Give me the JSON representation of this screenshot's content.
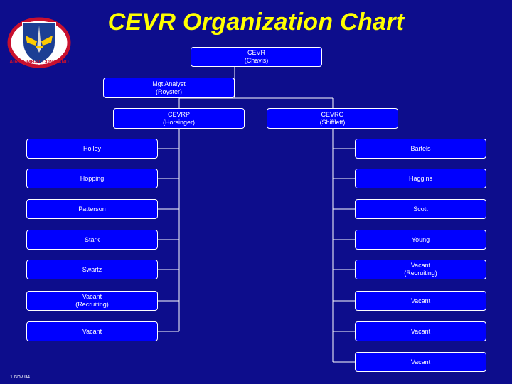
{
  "title": "CEVR Organization Chart",
  "logo": {
    "icon": "air-combat-command-shield-icon",
    "text": "AIR COMBAT COMMAND"
  },
  "colors": {
    "background": "#0d0d8c",
    "box_fill": "#0000ff",
    "title": "#ffff00",
    "text": "#ffffff"
  },
  "nodes": {
    "cevr": "CEVR\n(Chavis)",
    "analyst": "Mgt Analyst\n(Royster)",
    "cevrp": "CEVRP\n(Horsinger)",
    "cevro": "CEVRO\n(Shifflett)"
  },
  "left_staff": [
    "Holley",
    "Hopping",
    "Patterson",
    "Stark",
    "Swartz",
    "Vacant\n(Recruiting)",
    "Vacant"
  ],
  "right_staff": [
    "Bartels",
    "Haggins",
    "Scott",
    "Young",
    "Vacant\n(Recruiting)",
    "Vacant",
    "Vacant",
    "Vacant"
  ],
  "footer_date": "1 Nov 04"
}
